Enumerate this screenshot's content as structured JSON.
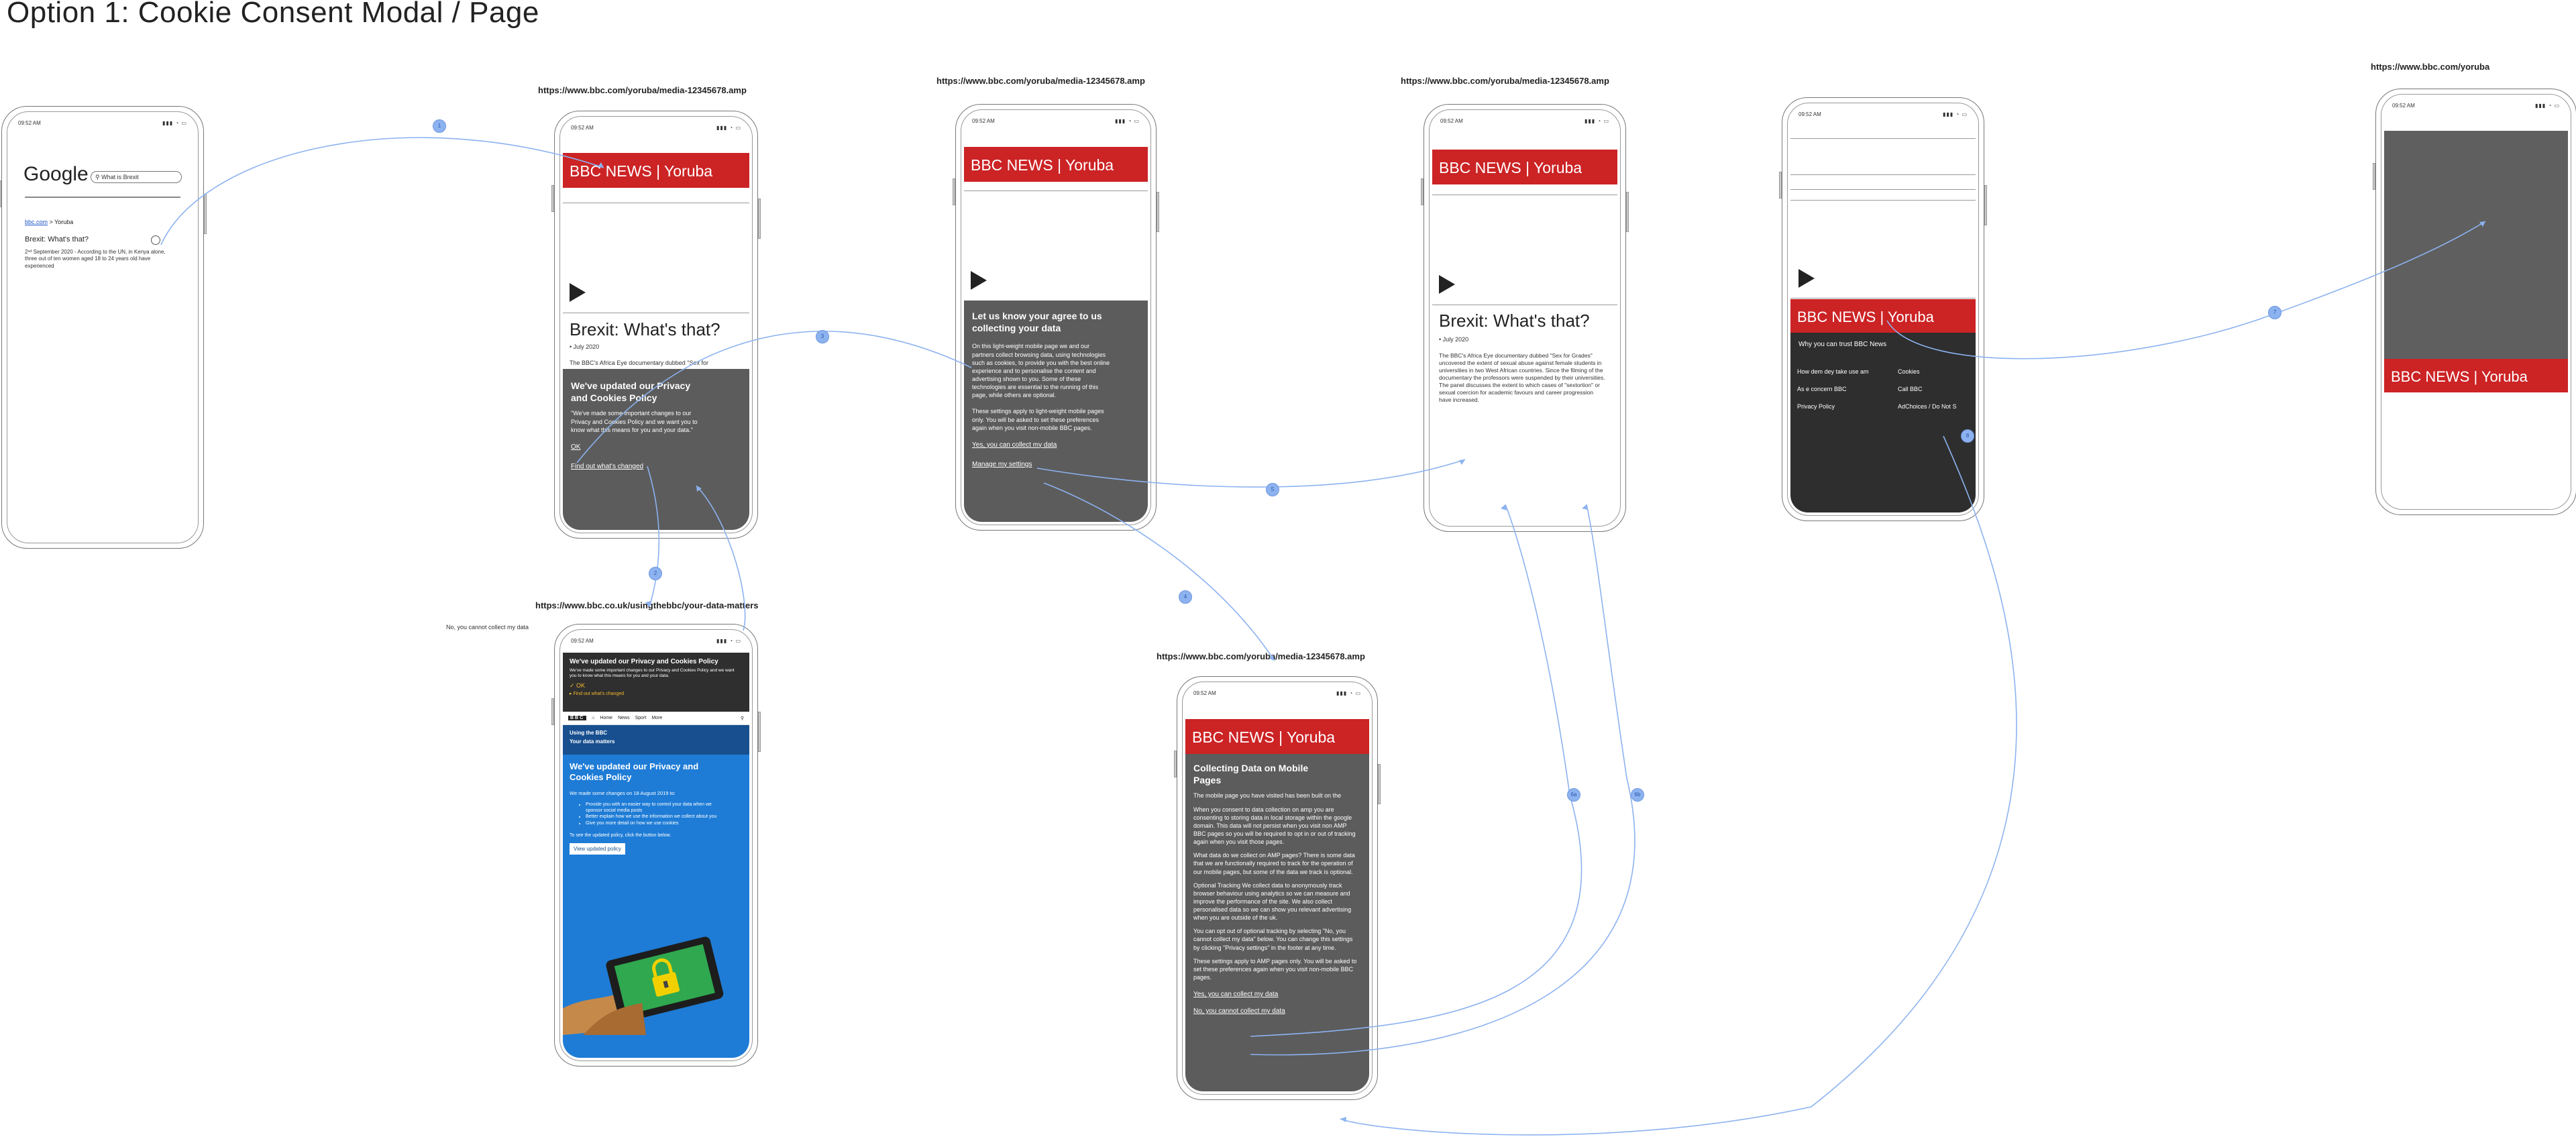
{
  "title": "Option 1: Cookie Consent Modal / Page",
  "urls": {
    "amp": "https://www.bbc.com/yoruba/media-12345678.amp",
    "yoruba": "https://www.bbc.com/yoruba",
    "data_matters": "https://www.bbc.co.uk/usingthebbc/your-data-matters"
  },
  "note_no_collect": "No, you cannot collect my data",
  "status_time": "09:52 AM",
  "status_icons": "▮▮▮ ◔ ▭",
  "google": {
    "logo": "Google",
    "search_value": "What is Brexit",
    "breadcrumb_link": "bbc.com",
    "breadcrumb_rest": " > Yoruba",
    "result_title": "Brexit: What's that?",
    "result_snippet": "2ⁿᵈ September 2020 - According to the UN, in Kenya alone, three out of ten women aged 18 to 24 years old have experienced"
  },
  "bbc_brand": "BBC NEWS | Yoruba",
  "article": {
    "headline": "Brexit: What's that?",
    "date": "• July 2020",
    "lead": "The BBC's Africa Eye documentary dubbed \"Sex for",
    "body": "The BBC's Africa Eye documentary dubbed \"Sex for Grades\" uncovered the extent of sexual abuse against female students in universities in two West African countries. Since the filming of the documentary the professors were suspended by their universities. The panel discusses the extent to which cases of \"sextortion\" or sexual coercion for academic favours and career progression have increased."
  },
  "modal": {
    "title": "We've updated our Privacy and Cookies Policy",
    "body": "\"We've made some important changes to our Privacy and Cookies Policy and we want you to know what this means for you and your data.\"",
    "ok": "OK",
    "find_out": "Find out what's changed"
  },
  "consent": {
    "title": "Let us know your agree to us collecting your data",
    "body": "On this light-weight mobile page we and our partners collect browsing data, using technologies such as cookies, to provide you with the best online experience and to personalise the content and advertising shown to you. Some of these technologies are essential to the running of this page, while others are optional.",
    "body2": "These settings apply to light-weight mobile pages only. You will be asked to set these preferences again when you visit non-mobile BBC pages.",
    "yes": "Yes, you can collect my data",
    "manage": "Manage my settings"
  },
  "settings": {
    "title": "Collecting Data on Mobile Pages",
    "p1": "The mobile page you have visited has been built on the",
    "p2": "When you consent to data collection on amp you are consenting to storing data in local storage within the google domain. This data will not persist when you visit non AMP BBC pages so you will be required to opt in or out of tracking again when you visit those pages.",
    "p3": "What data do we collect on AMP pages? There is some data that we are functionally required to track for the operation of our mobile pages, but some of the data we track is optional.",
    "p4": "Optional Tracking We collect data to anonymously track browser behaviour using analytics so we can measure and improve the performance of the site. We also collect personalised data so we can show you relevant advertising when you are outside of the uk.",
    "p5": "You can opt out of optional tracking by selecting \"No, you cannot collect my data\" below. You can change this settings by clicking \"Privacy settings\" in the footer at any time.",
    "p6": "These settings apply to AMP pages only. You will be asked to set these preferences again when you visit non-mobile BBC pages.",
    "yes": "Yes, you can collect my data",
    "no": "No, you cannot collect my data"
  },
  "footer": {
    "trust": "Why you can trust BBC News",
    "links": [
      "How dem dey take use am",
      "Cookies",
      "As e concern BBC",
      "Call BBC",
      "Privacy Policy",
      "AdChoices / Do Not S"
    ]
  },
  "policy": {
    "banner_title": "We've updated our Privacy and Cookies Policy",
    "banner_body": "We've made some important changes to our Privacy and Cookies Policy and we want you to know what this means for you and your data.",
    "ok": "OK",
    "find_out": "Find out what's changed",
    "nav": [
      "BBC",
      "Home",
      "News",
      "Sport",
      "More"
    ],
    "section_1": "Using the BBC",
    "section_2": "Your data matters",
    "heading": "We've updated our Privacy and Cookies Policy",
    "intro": "We made some changes on 18 August 2019 to:",
    "bullets": [
      "Provide you with an easier way to control your data when we sponsor social media posts",
      "Better explain how we use the information we collect about you",
      "Give you more detail on how we use cookies"
    ],
    "cta_text": "To see the updated policy, click the button below.",
    "cta_button": "View updated policy"
  },
  "badges": [
    "1",
    "2",
    "3",
    "4",
    "5",
    "6a",
    "6b",
    "7",
    "8"
  ],
  "colors": {
    "bbc_red": "#cc2325",
    "dark_panel": "#5c5c5c",
    "footer_dark": "#2e2e2e",
    "policy_blue": "#1e7cd6",
    "policy_navy": "#174f8f",
    "connector": "#8cb2f0"
  }
}
